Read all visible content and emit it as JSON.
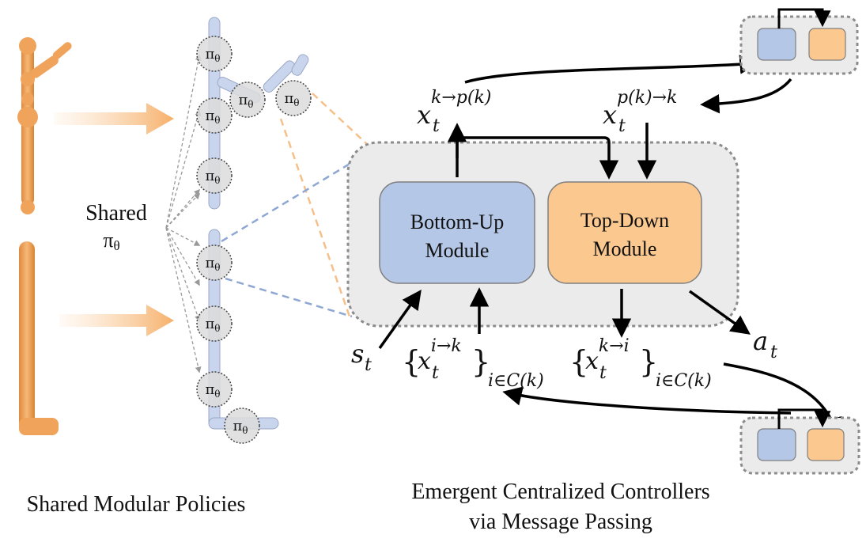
{
  "modules": {
    "bottom_up": [
      "Bottom-Up",
      "Module"
    ],
    "top_down": [
      "Top-Down",
      "Module"
    ]
  },
  "shared_label": [
    "Shared",
    "π"
  ],
  "shared_label_sub": "θ",
  "pi_symbol": "π",
  "pi_sub": "θ",
  "math": {
    "x": "x",
    "t": "t",
    "msg_up": "k→p(k)",
    "msg_down": "p(k)→k",
    "msg_children_in": "i→k",
    "msg_children_out": "k→i",
    "set_index": "i∈C(k)",
    "state": "s",
    "action": "a",
    "open_brace": "{",
    "close_brace": "}"
  },
  "captions": {
    "left": "Shared Modular Policies",
    "right": [
      "Emergent Centralized Controllers",
      "via Message Passing"
    ]
  },
  "colors": {
    "blue_module": "#b4c7e7",
    "orange_module": "#fbc98f",
    "limb_blue": "#c9d5ec",
    "agent_orange": "#f0a35a",
    "panel_gray": "#ebebeb"
  }
}
